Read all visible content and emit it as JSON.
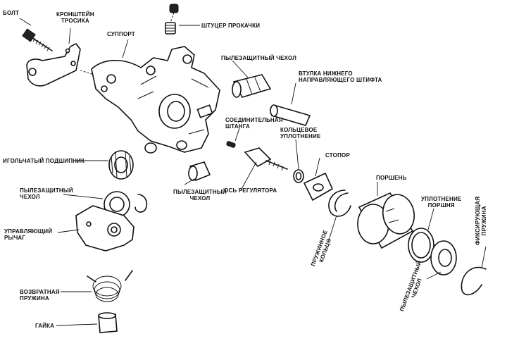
{
  "labels": {
    "bolt": "БОЛТ",
    "cable_bracket": [
      "КРОНШТЕЙН",
      "ТРОСИКА"
    ],
    "caliper": "СУППОРТ",
    "bleeder": "ШТУЦЕР ПРОКАЧКИ",
    "dust_boot_top": "ПЫЛЕЗАЩИТНЫЙ ЧЕХОЛ",
    "lower_pin_sleeve": [
      "ВТУЛКА НИЖНЕГО",
      "НАПРАВЛЯЮЩЕГО ШТИФТА"
    ],
    "connecting_rod": [
      "СОЕДИНИТЕЛЬНАЯ",
      "ШТАНГА"
    ],
    "o_ring": [
      "КОЛЬЦЕВОЕ",
      "УПЛОТНЕНИЕ"
    ],
    "stopper": "СТОПОР",
    "needle_bearing": "ИГОЛЬЧАТЫЙ ПОДШИПНИК",
    "adjuster_shaft": "ОСЬ РЕГУЛЯТОРА",
    "piston": "ПОРШЕНЬ",
    "piston_seal": [
      "УПЛОТНЕНИЕ",
      "ПОРШНЯ"
    ],
    "retaining_spring": [
      "ФИКСИРУЮЩАЯ",
      "ПРУЖИНА"
    ],
    "dust_boot_left": [
      "ПЫЛЕЗАЩИТНЫЙ",
      "ЧЕХОЛ"
    ],
    "dust_boot_mid": [
      "ПЫЛЕЗАЩИТНЫЙ",
      "ЧЕХОЛ"
    ],
    "control_lever": [
      "УПРАВЛЯЮЩИЙ",
      "РЫЧАГ"
    ],
    "spring_ring": [
      "ПРУЖИННОЕ",
      "КОЛЬЦО"
    ],
    "dust_boot_bottom": [
      "ПЫЛЕЗАЩИТНЫЙ",
      "ЧЕХОЛ"
    ],
    "return_spring": [
      "ВОЗВРАТНАЯ",
      "ПРУЖИНА"
    ],
    "nut": "ГАЙКА"
  }
}
